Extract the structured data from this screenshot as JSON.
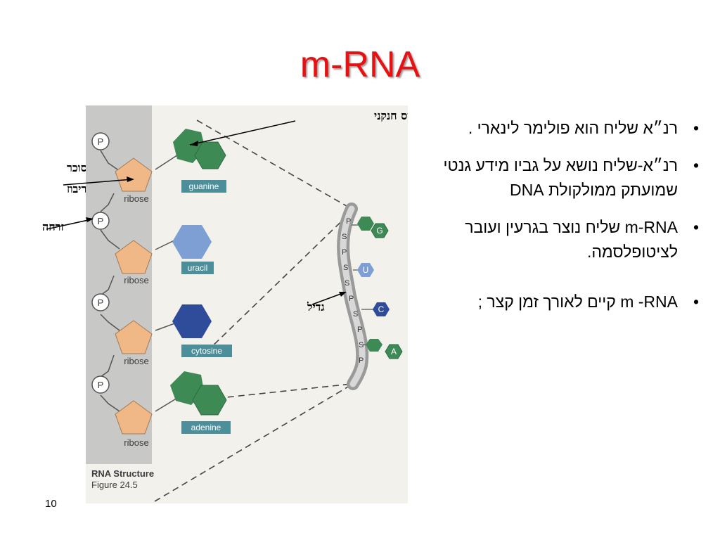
{
  "slide": {
    "title": "m-RNA",
    "page_number": "10"
  },
  "figure": {
    "phosphate": "P",
    "ribose": "ribose",
    "bases": [
      "guanine",
      "uracil",
      "cytosine",
      "adenine"
    ],
    "strand_symbols": {
      "phosphate": "P",
      "sugar": "S"
    },
    "base_letters": [
      "G",
      "U",
      "C",
      "A"
    ],
    "caption_title": "RNA Structure",
    "caption_sub": "Figure 24.5",
    "callouts": {
      "nitrogen_base": "בסיס חנקני",
      "ribose_sugar_line1": "סוכר",
      "ribose_sugar_line2": "ריבוז",
      "phosphorus": "זרחה",
      "strand": "גדיל"
    },
    "colors": {
      "panel": "#c8c8c6",
      "ribose": "#f0b886",
      "guanine": "#3e8a55",
      "adenine": "#3e8a55",
      "uracil": "#7d9fd3",
      "cytosine": "#2f4c9a",
      "tag": "#4c8e9a"
    }
  },
  "bullets": [
    {
      "text": "רנ״א שליח הוא פולימר לינארי ."
    },
    {
      "text": "רנ״א-שליח נושא על גביו מידע גנטי שמועתק ממולקולת DNA"
    },
    {
      "text": "m-RNA שליח נוצר בגרעין ועובר לציטופלסמה."
    },
    {
      "text": "m -RNA קיים לאורך זמן קצר ;"
    }
  ]
}
